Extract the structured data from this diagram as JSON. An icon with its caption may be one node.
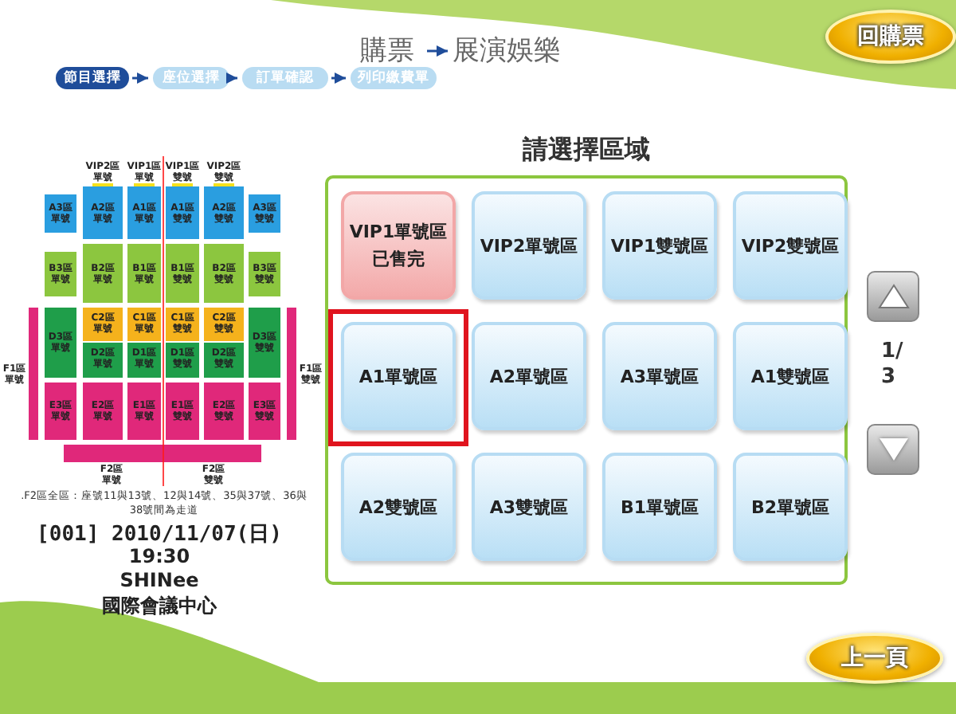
{
  "diagram": {
    "nodes": [
      {
        "text": [
          "購票"
        ]
      },
      {
        "text": [
          "展演娛樂"
        ]
      },
      {
        "text": [
          "節目選擇"
        ]
      },
      {
        "text": [
          "座位選擇"
        ]
      },
      {
        "text": [
          "訂單確認"
        ]
      },
      {
        "text": [
          "列印繳費單"
        ]
      },
      {
        "text": [
          "請選擇區域"
        ]
      },
      {
        "text": [
          "VIP1單號區",
          "已售完"
        ],
        "in": 6
      },
      {
        "text": [
          "VIP2單號區"
        ],
        "in": 6
      },
      {
        "text": [
          "VIP1雙號區"
        ],
        "in": 6
      },
      {
        "text": [
          "VIP2雙號區"
        ],
        "in": 6
      },
      {
        "text": [
          "A1單號區"
        ],
        "in": 6
      },
      {
        "text": [
          "A2單號區"
        ],
        "in": 6
      },
      {
        "text": [
          "A3單號區"
        ],
        "in": 6
      },
      {
        "text": [
          "A1雙號區"
        ],
        "in": 6
      },
      {
        "text": [
          "A2雙號區"
        ],
        "in": 6
      },
      {
        "text": [
          "A3雙號區"
        ],
        "in": 6
      },
      {
        "text": [
          "B1單號區"
        ],
        "in": 6
      },
      {
        "text": [
          "B2單號區"
        ],
        "in": 6
      }
    ],
    "edges": [
      {
        "from": 0,
        "to": 1,
        "arrow": "to"
      },
      {
        "from": 2,
        "to": 3,
        "arrow": "to"
      },
      {
        "from": 3,
        "to": 4,
        "arrow": "to"
      },
      {
        "from": 4,
        "to": 5,
        "arrow": "to"
      }
    ],
    "labels": [
      "回購票",
      "VIP2區單號",
      "VIP1區單號",
      "VIP1區雙號",
      "VIP2區雙號",
      "A3區單號",
      "A2區單號",
      "A1區單號",
      "A1區雙號",
      "A2區雙號",
      "A3區雙號",
      "B3區單號",
      "B2區單號",
      "B1區單號",
      "B1區雙號",
      "B2區雙號",
      "B3區雙號",
      "D3區單號",
      "C2區單號",
      "C1區單號",
      "C1區雙號",
      "C2區雙號",
      "D3區雙號",
      "D2區單號",
      "D1區單號",
      "D1區雙號",
      "D2區雙號",
      "F1區單號",
      "F1區雙號",
      "E3區單號",
      "E2區單號",
      "E1區單號",
      "E1區雙號",
      "E2區雙號",
      "E3區雙號",
      "F2區單號",
      "F2區雙號",
      ".F2區全區：座號11與13號、12與14號、35與37號、36與38號間為走道",
      "[001] 2010/11/07(日)",
      "19:30",
      "SHINee",
      "國際會議中心",
      "1/3",
      "上一頁"
    ]
  }
}
